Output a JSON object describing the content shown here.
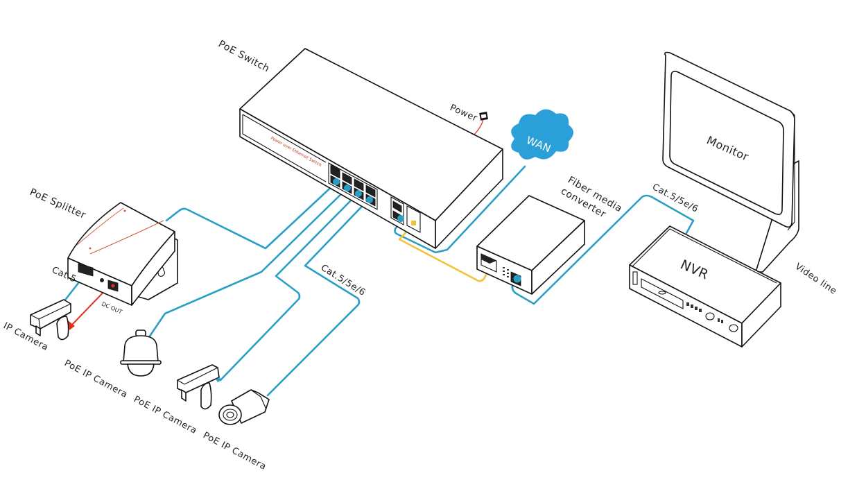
{
  "diagram": {
    "title": "PoE Switch Network Topology",
    "colors": {
      "ethernet_cable": "#2a9fc4",
      "fiber_cable": "#f2c23a",
      "power_cable": "#d9442b",
      "dc_out_cable": "#e0321f",
      "wan_cloud": "#2a9fd8",
      "outline": "#111111",
      "background": "#ffffff"
    },
    "labels": {
      "poe_switch": "PoE  Switch",
      "power": "Power",
      "wan": "WAN",
      "fiber_media_converter_line1": "Fiber media",
      "fiber_media_converter_line2": "converter",
      "monitor": "Monitor",
      "nvr": "NVR",
      "video_line": "Video line",
      "cable_nvr": "Cat.5/5e/6",
      "cable_cameras": "Cat.5/5e/6",
      "poe_splitter": "PoE Splitter",
      "cat5": "Cat.5",
      "dc_out": "DC OUT",
      "ip_camera": "IP Camera",
      "poe_ip_camera_1": "PoE IP Camera",
      "poe_ip_camera_2": "PoE IP Camera",
      "poe_ip_camera_3": "PoE IP Camera"
    },
    "nodes": [
      {
        "id": "poe-switch",
        "label": "PoE Switch",
        "poe_ports": 8,
        "uplink_ports": 2,
        "sfp_ports": 1
      },
      {
        "id": "wan",
        "label": "WAN"
      },
      {
        "id": "fiber-media-converter",
        "label": "Fiber media converter"
      },
      {
        "id": "nvr",
        "label": "NVR"
      },
      {
        "id": "monitor",
        "label": "Monitor"
      },
      {
        "id": "poe-splitter",
        "label": "PoE Splitter"
      },
      {
        "id": "ip-camera",
        "label": "IP Camera"
      },
      {
        "id": "poe-ip-camera-dome",
        "label": "PoE IP Camera"
      },
      {
        "id": "poe-ip-camera-box",
        "label": "PoE IP Camera"
      },
      {
        "id": "poe-ip-camera-bullet",
        "label": "PoE IP Camera"
      }
    ],
    "edges": [
      {
        "from": "poe-switch",
        "to": "poe-splitter",
        "type": "ethernet"
      },
      {
        "from": "poe-switch",
        "to": "poe-ip-camera-dome",
        "type": "ethernet"
      },
      {
        "from": "poe-switch",
        "to": "poe-ip-camera-box",
        "type": "ethernet"
      },
      {
        "from": "poe-switch",
        "to": "poe-ip-camera-bullet",
        "type": "ethernet",
        "label": "Cat.5/5e/6"
      },
      {
        "from": "poe-switch",
        "to": "wan",
        "type": "ethernet"
      },
      {
        "from": "poe-switch",
        "to": "fiber-media-converter",
        "type": "fiber"
      },
      {
        "from": "fiber-media-converter",
        "to": "nvr",
        "type": "ethernet",
        "label": "Cat.5/5e/6"
      },
      {
        "from": "nvr",
        "to": "monitor",
        "type": "video",
        "label": "Video line"
      },
      {
        "from": "poe-splitter",
        "to": "ip-camera",
        "type": "ethernet",
        "label": "Cat.5"
      },
      {
        "from": "poe-splitter",
        "to": "ip-camera",
        "type": "dc-power",
        "label": "DC OUT"
      },
      {
        "from": "poe-switch",
        "to": "power",
        "type": "power",
        "label": "Power"
      }
    ]
  }
}
